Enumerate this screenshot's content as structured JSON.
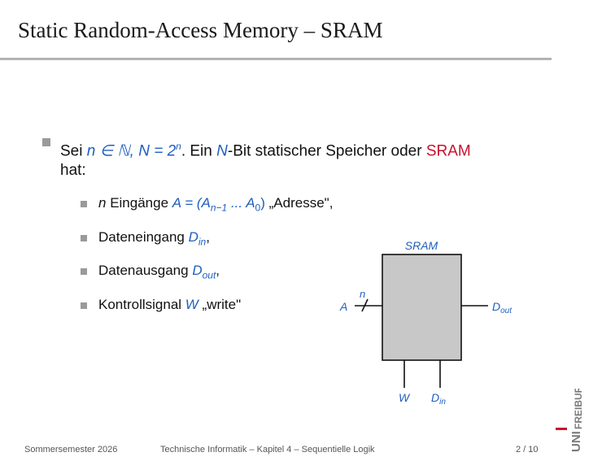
{
  "title": "Static Random-Access Memory – SRAM",
  "main": {
    "intro": {
      "sei": "Sei ",
      "n_in_N": "n ∈ ℕ, N = 2",
      "exp": "n",
      "mid": ". Ein ",
      "N": "N",
      "rest": "-Bit statischer Speicher oder ",
      "sram": "SRAM",
      "end": "hat:"
    },
    "items": [
      {
        "pre": "n",
        "text": " Eingänge ",
        "formula": "A = (A",
        "sub1": "n−1",
        "dots": " ... A",
        "sub0": "0",
        "close": ")",
        "suffix": " „Adresse\","
      },
      {
        "text": "Dateneingang ",
        "sym": "D",
        "sub": "in",
        "suffix": ","
      },
      {
        "text": "Datenausgang ",
        "sym": "D",
        "sub": "out",
        "suffix": ","
      },
      {
        "text": "Kontrollsignal ",
        "sym": "W",
        "suffix": " „write\""
      }
    ]
  },
  "diagram": {
    "block_label": "SRAM",
    "input_label": "A",
    "bus_width": "n",
    "output_label": "D",
    "output_sub": "out",
    "w_label": "W",
    "din_label": "D",
    "din_sub": "in"
  },
  "footer": {
    "semester": "Sommersemester 2026",
    "course": "Technische Informatik – Kapitel 4 – Sequentielle Logik",
    "page": "2 / 10"
  },
  "logo": {
    "line1": "UNI",
    "line2": "FREIBURG"
  },
  "colors": {
    "accent_blue": "#1f5fbf",
    "accent_red": "#c8102e",
    "block_fill": "#c8c8c8"
  }
}
